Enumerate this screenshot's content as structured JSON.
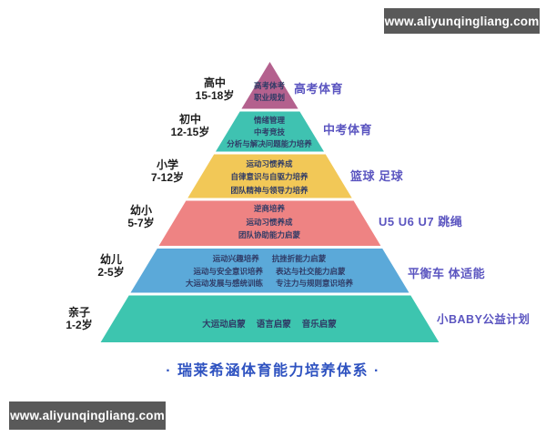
{
  "watermark_top": "www.aliyunqingliang.com",
  "watermark_bottom": "www.aliyunqingliang.com",
  "caption": "· 瑞莱希涵体育能力培养体系 ·",
  "colors": {
    "level_highschool": "#b4618e",
    "level_junior_high": "#3fc2b1",
    "level_primary": "#f2c857",
    "level_pre_primary": "#ee8383",
    "level_toddler": "#5ba9d9",
    "level_parent_child": "#3dc5af",
    "left_label_text": "#1c1c1c",
    "right_label_text": "#5b55c0",
    "inner_text": "#2f3b66",
    "caption_text": "#2e52c0",
    "watermark_bg": "#595959",
    "watermark_text": "#ffffff"
  },
  "levels": [
    {
      "stage": "高中",
      "age": "15-18岁",
      "color": "#b4618e",
      "right": "高考体育",
      "lines": [
        "高考体考",
        "职业规划"
      ]
    },
    {
      "stage": "初中",
      "age": "12-15岁",
      "color": "#3fc2b1",
      "right": "中考体育",
      "lines": [
        "情绪管理",
        "中考竞技",
        "分析与解决问题能力培养"
      ]
    },
    {
      "stage": "小学",
      "age": "7-12岁",
      "color": "#f2c857",
      "right": "篮球 足球",
      "lines": [
        "运动习惯养成",
        "自律意识与自驱力培养",
        "团队精神与领导力培养"
      ]
    },
    {
      "stage": "幼小",
      "age": "5-7岁",
      "color": "#ee8383",
      "right": "U5 U6 U7 跳绳",
      "lines": [
        "逆商培养",
        "运动习惯养成",
        "团队协助能力启蒙"
      ]
    },
    {
      "stage": "幼儿",
      "age": "2-5岁",
      "color": "#5ba9d9",
      "right": "平衡车 体适能",
      "rows": [
        [
          "运动兴趣培养",
          "抗挫折能力启蒙"
        ],
        [
          "运动与安全意识培养",
          "表达与社交能力启蒙"
        ],
        [
          "大运动发展与感统训练",
          "专注力与规则意识培养"
        ]
      ]
    },
    {
      "stage": "亲子",
      "age": "1-2岁",
      "color": "#3dc5af",
      "right": "小BABY公益计划",
      "row": [
        "大运动启蒙",
        "语言启蒙",
        "音乐启蒙"
      ]
    }
  ]
}
